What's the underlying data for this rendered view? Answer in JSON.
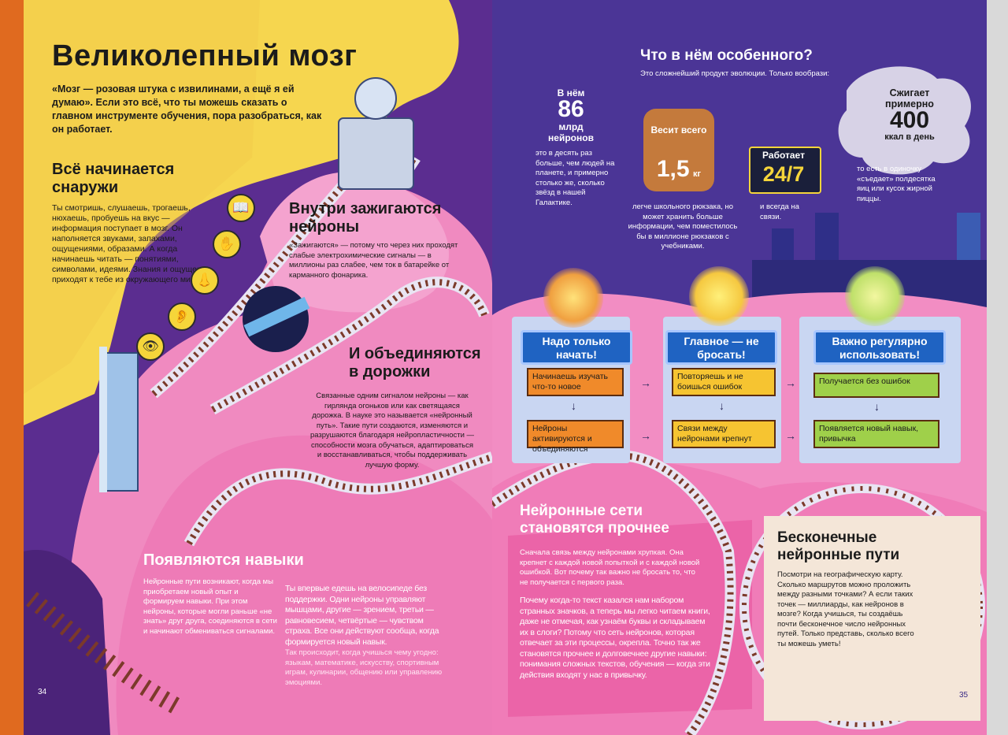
{
  "left_page": {
    "title": "Великолепный мозг",
    "intro": "«Мозг — розовая штука с извилинами, а ещё я ей думаю». Если это всё, что ты можешь сказать о главном инструменте обучения, пора разобраться, как он работает.",
    "section_outside": {
      "heading": "Всё начинается снаружи",
      "text": "Ты смотришь, слушаешь, трогаешь, нюхаешь, пробуешь на вкус — информация поступает в мозг. Он наполняется звуками, запахами, ощущениями, образами. А когда начинаешь читать — понятиями, символами, идеями. Знания и ощущения приходят к тебе из окружающего мира."
    },
    "sense_icons": [
      "book-icon",
      "hand-icon",
      "nose-icon",
      "ear-icon",
      "eye-icon"
    ],
    "section_ignite": {
      "heading": "Внутри зажигаются нейроны",
      "text": "«Зажигаются» — потому что через них проходят слабые электрохимические сигналы — в миллионы раз слабее, чем ток в батарейке от карманного фонарика."
    },
    "section_paths": {
      "heading": "И объединяются в дорожки",
      "text": "Связанные одним сигналом нейроны — как гирлянда огоньков или как светящаяся дорожка. В науке это называется «нейронный путь». Такие пути создаются, изменяются и разрушаются благодаря нейропластичности — способности мозга обучаться, адаптироваться и восстанавливаться, чтобы поддерживать лучшую форму."
    },
    "section_skills": {
      "heading": "Появляются навыки",
      "text": "Нейронные пути возникают, когда мы приобретаем новый опыт и формируем навыки. При этом нейроны, которые могли раньше «не знать» друг друга, соединяются в сети и начинают обмениваться сигналами."
    },
    "bike_text": "Ты впервые едешь на велосипеде без поддержки. Одни нейроны управляют мышцами, другие — зрением, третьи — равновесием, четвёртые — чувством страха. Все они действуют сообща, когда формируется новый навык.",
    "learning_text": "Так происходит, когда учишься чему угодно: языкам, математике, искусству, спортивным играм, кулинарии, общению или управлению эмоциями.",
    "page_number": "34"
  },
  "right_page": {
    "title": "Что в нём особенного?",
    "subtitle": "Это сложнейший продукт эволюции. Только вообрази:",
    "stat_neurons": {
      "prefix": "В нём",
      "number": "86",
      "unit": "млрд нейронов",
      "text": "это в десять раз больше, чем людей на планете, и примерно столько же, сколько звёзд в нашей Галактике."
    },
    "stat_weight": {
      "label": "Весит всего",
      "number": "1,5",
      "unit": "кг",
      "text": "легче школьного рюкзака, но может хранить больше информации, чем поместилось бы в миллионе рюкзаков с учебниками."
    },
    "stat_work": {
      "label": "Работает",
      "number": "24/7",
      "text": "и всегда на связи."
    },
    "stat_energy": {
      "prefix": "Сжигает примерно",
      "number": "400",
      "unit": "ккал в день",
      "text": "то есть в одиночку «съедает» полдесятка яиц или кусок жирной пиццы."
    },
    "flow": [
      {
        "head": "Надо только начать!",
        "step1": "Начинаешь изучать что-то новое",
        "step2": "Нейроны активируются и объединяются",
        "color": "orange"
      },
      {
        "head": "Главное — не бросать!",
        "step1": "Повторяешь и не боишься ошибок",
        "step2": "Связи между нейронами крепнут",
        "color": "yellow"
      },
      {
        "head": "Важно регулярно использовать!",
        "step1": "Получается без ошибок",
        "step2": "Появляется новый навык, привычка",
        "color": "green"
      }
    ],
    "section_stronger": {
      "heading": "Нейронные сети становятся прочнее",
      "text": "Сначала связь между нейронами хрупкая. Она крепнет с каждой новой попыткой и с каждой новой ошибкой. Вот почему так важно не бросать то, что не получается с первого раза.",
      "text2": "Почему когда-то текст казался нам набором странных значков, а теперь мы легко читаем книги, даже не отмечая, как узнаём буквы и складываем их в слоги? Потому что сеть нейронов, которая отвечает за эти процессы, окрепла. Точно так же становятся прочнее и долговечнее другие навыки: понимания сложных текстов, обучения — когда эти действия входят у нас в привычку."
    },
    "section_endless": {
      "heading": "Бесконечные нейронные пути",
      "text": "Посмотри на географическую карту. Сколько маршрутов можно проложить между разными точками? А если таких точек — миллиарды, как нейронов в мозге? Когда учишься, ты создаёшь почти бесконечное число нейронных путей. Только представь, сколько всего ты можешь уметь!"
    },
    "page_number": "35"
  }
}
